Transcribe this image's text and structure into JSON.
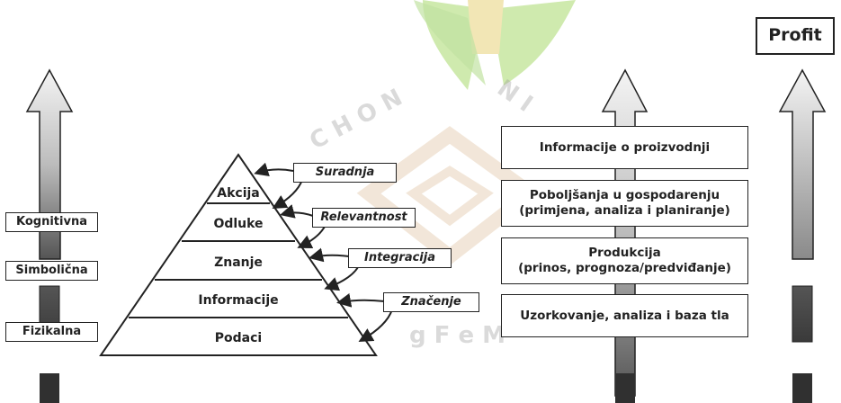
{
  "watermark": {
    "ring_text_top": "C H O N",
    "ring_text_right": "N I",
    "ring_text_bottom": "g  F e  M"
  },
  "levels": {
    "cognitive": "Kognitivna",
    "symbolic": "Simbolična",
    "physical": "Fizikalna"
  },
  "pyramid": {
    "tiers": [
      "Akcija",
      "Odluke",
      "Znanje",
      "Informacije",
      "Podaci"
    ],
    "transitions": [
      "Suradnja",
      "Relevantnost",
      "Integracija",
      "Značenje"
    ]
  },
  "stages": [
    {
      "line1": "Informacije o proizvodnji",
      "line2": ""
    },
    {
      "line1": "Poboljšanja u gospodarenju",
      "line2": "(primjena, analiza i planiranje)"
    },
    {
      "line1": "Produkcija",
      "line2": "(prinos, prognoza/predviđanje)"
    },
    {
      "line1": "Uzorkovanje, analiza i baza tla",
      "line2": ""
    }
  ],
  "profit": "Profit",
  "colors": {
    "ink": "#222222",
    "arrow_light": "#f2f2f2",
    "arrow_dark": "#555555",
    "block_dark": "#303030",
    "watermark_green": "#7fc142",
    "watermark_tan": "#d8b48a"
  }
}
